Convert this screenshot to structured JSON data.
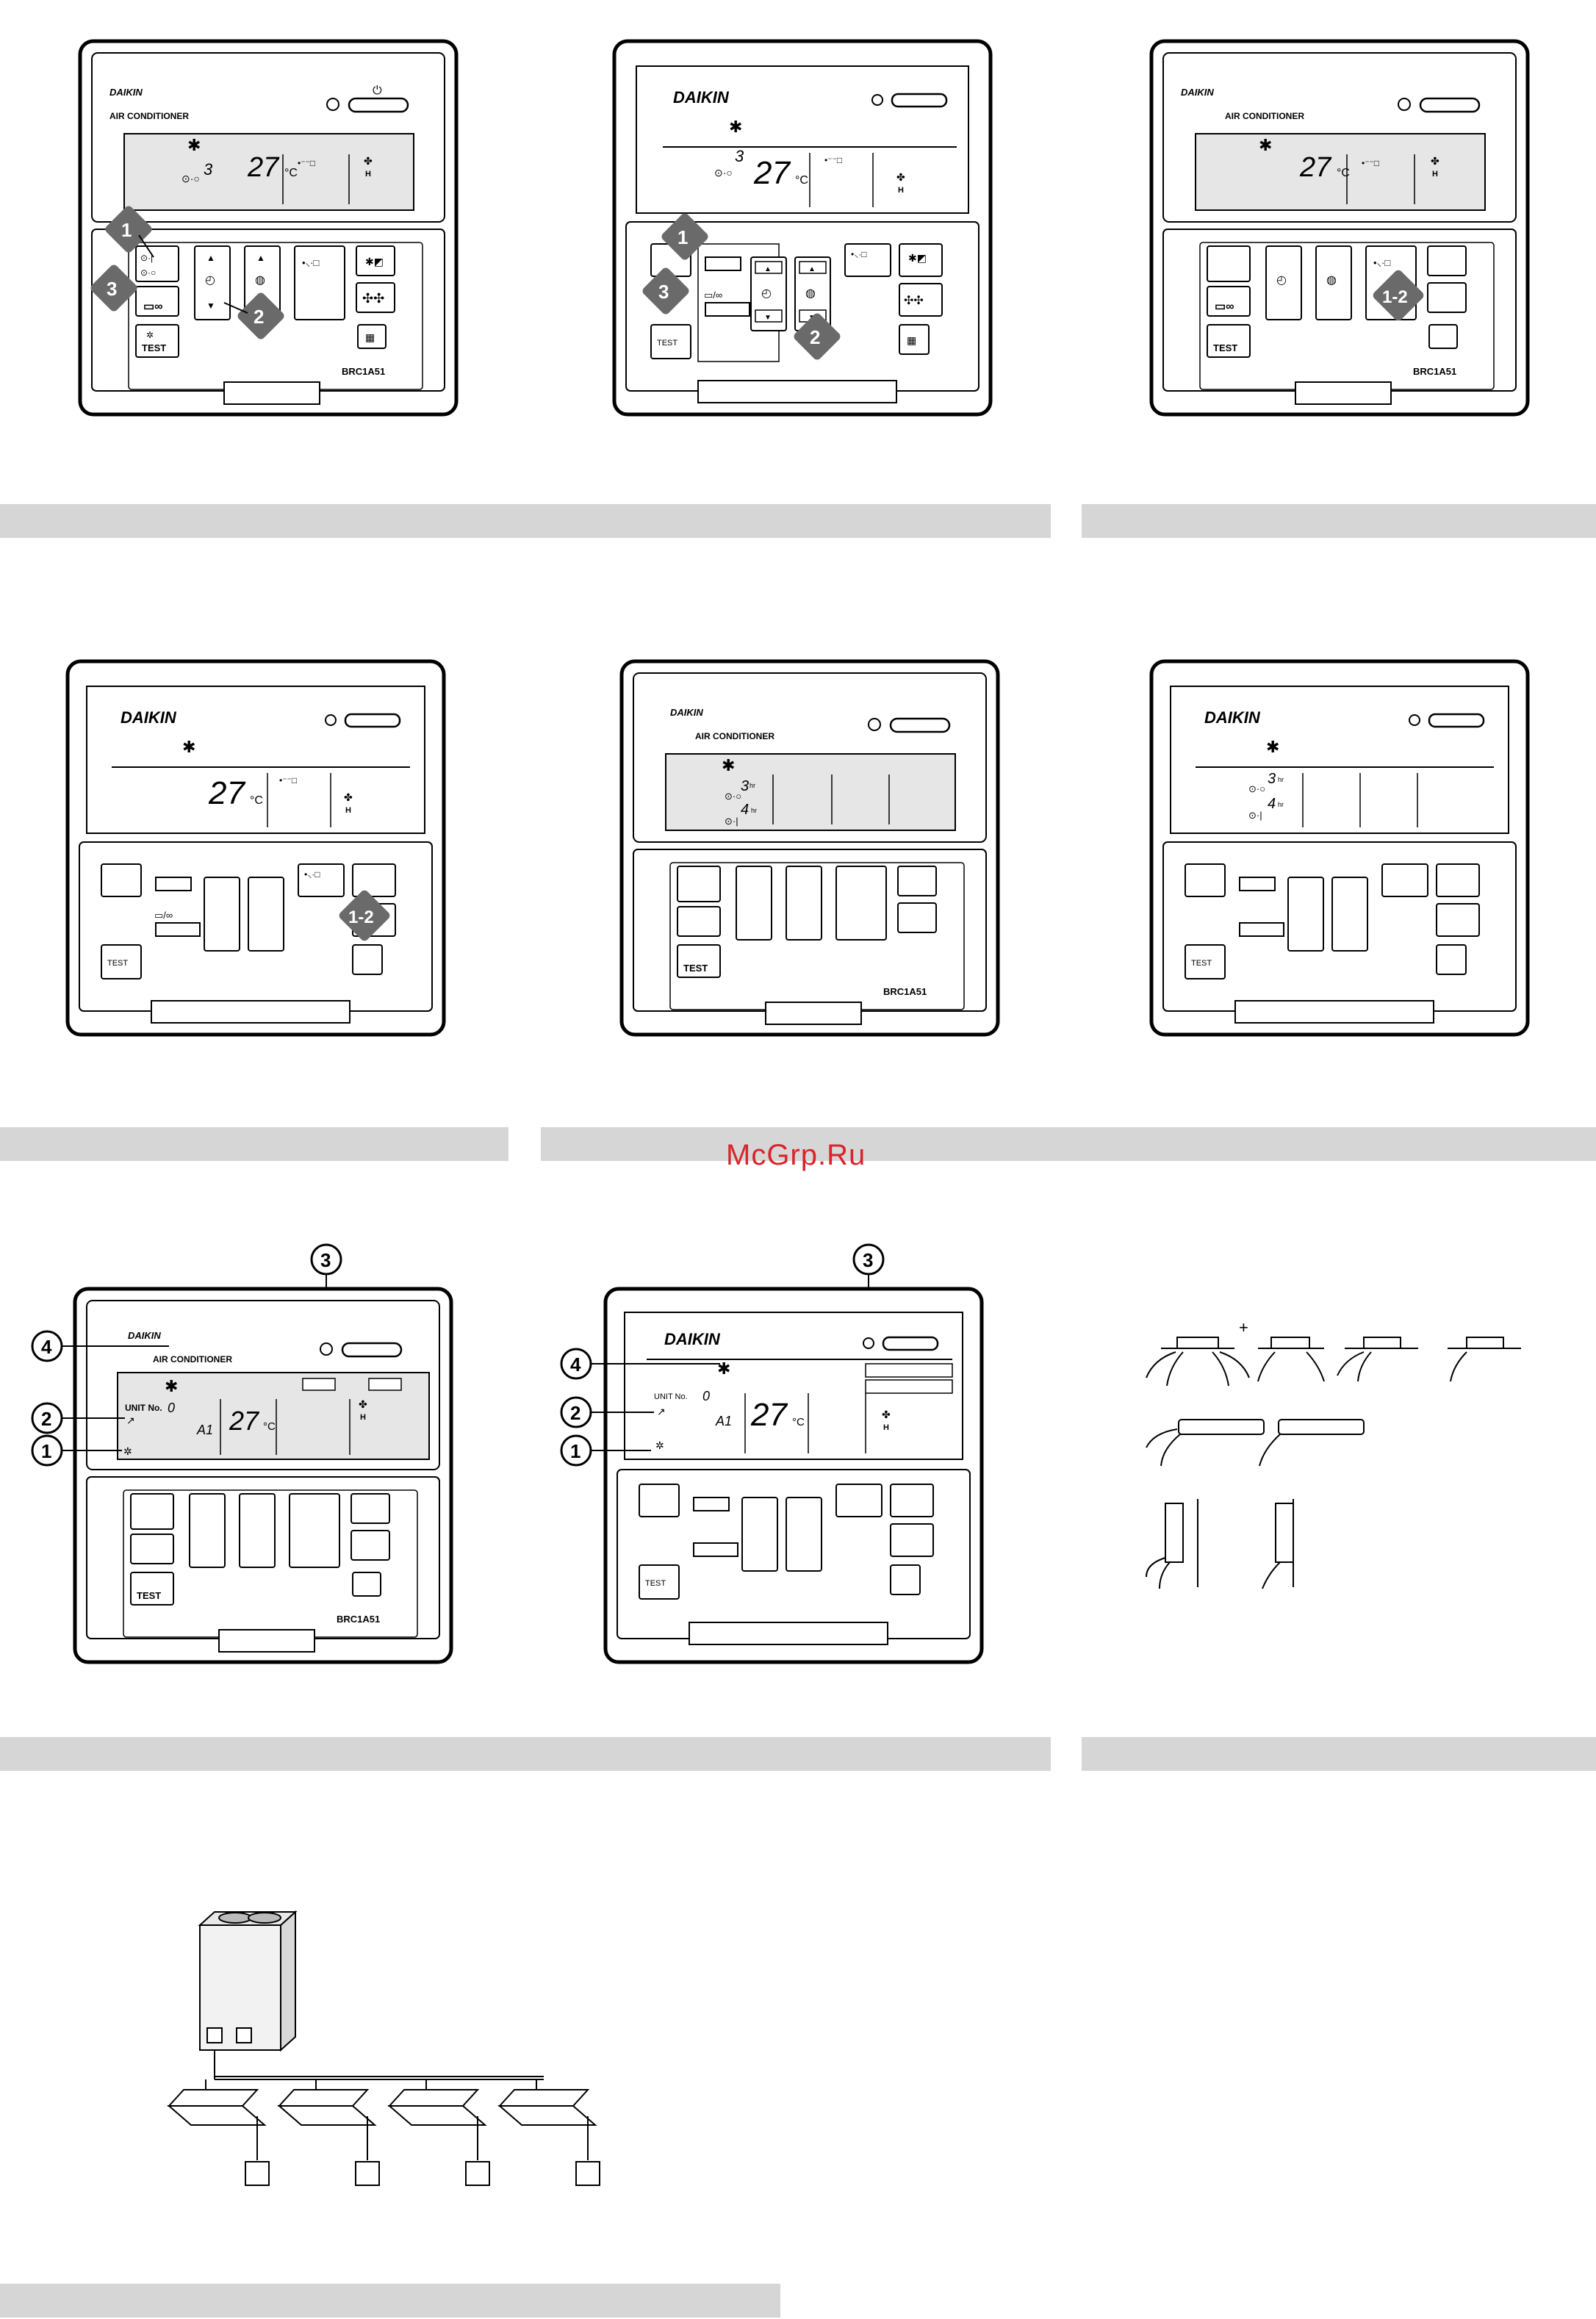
{
  "brand": "DAIKIN",
  "product_label": "AIR CONDITIONER",
  "model": "BRC1A51",
  "watermark": "McGrp.Ru",
  "display": {
    "temp": "27",
    "temp_unit": "°C",
    "timer_hr": "3",
    "timer_hr2": "4",
    "hr_unit": "hr",
    "fan_level": "H",
    "unit_no_label": "UNIT No.",
    "unit_no_value": "0",
    "code": "A1",
    "test_label": "TEST"
  },
  "steps": {
    "s1": "1",
    "s2": "2",
    "s3": "3",
    "s4": "4",
    "s12": "1-2"
  },
  "colors": {
    "band": "#d6d6d6",
    "lcd": "#e6e6e6",
    "callout": "#6a6a6a",
    "watermark": "#d9252a"
  }
}
